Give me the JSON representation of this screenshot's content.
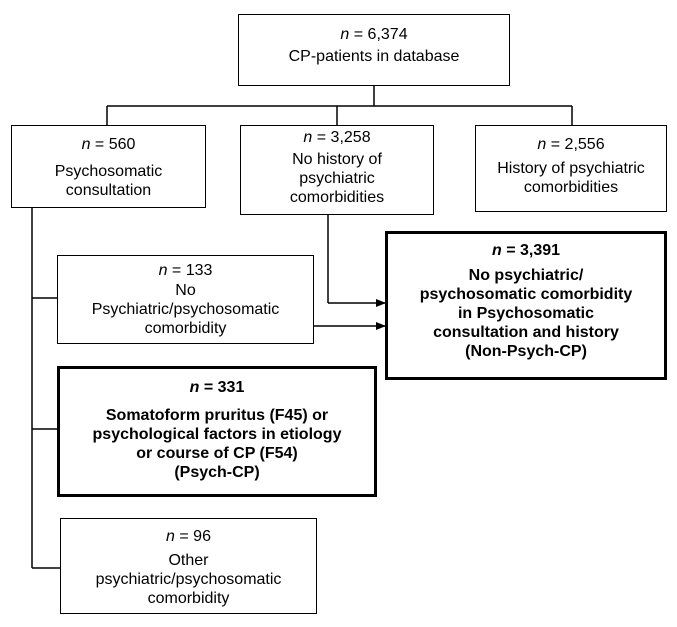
{
  "boxes": {
    "total": {
      "n_prefix": "n",
      "n_value": " = 6,374",
      "text": "CP-patients in database"
    },
    "psychosomatic": {
      "n_prefix": "n",
      "n_value": " = 560",
      "text": "Psychosomatic\nconsultation"
    },
    "no_history": {
      "n_prefix": "n",
      "n_value": " = 3,258",
      "text": "No history of\npsychiatric\ncomorbidities"
    },
    "history": {
      "n_prefix": "n",
      "n_value": " = 2,556",
      "text": "History of psychiatric\ncomorbidities"
    },
    "no_psych_133": {
      "n_prefix": "n",
      "n_value": " = 133",
      "text": "No\nPsychiatric/psychosomatic\ncomorbidity"
    },
    "non_psych_cp": {
      "n_prefix": "n",
      "n_value": " = 3,391",
      "text": "No psychiatric/\npsychosomatic comorbidity\nin Psychosomatic\nconsultation and history\n(Non-Psych-CP)"
    },
    "psych_cp": {
      "n_prefix": "n",
      "n_value": " = 331",
      "text": "Somatoform pruritus (F45) or\npsychological factors in etiology\nor course of CP (F54)\n(Psych-CP)"
    },
    "other_96": {
      "n_prefix": "n",
      "n_value": " = 96",
      "text": "Other\npsychiatric/psychosomatic\ncomorbidity"
    }
  }
}
